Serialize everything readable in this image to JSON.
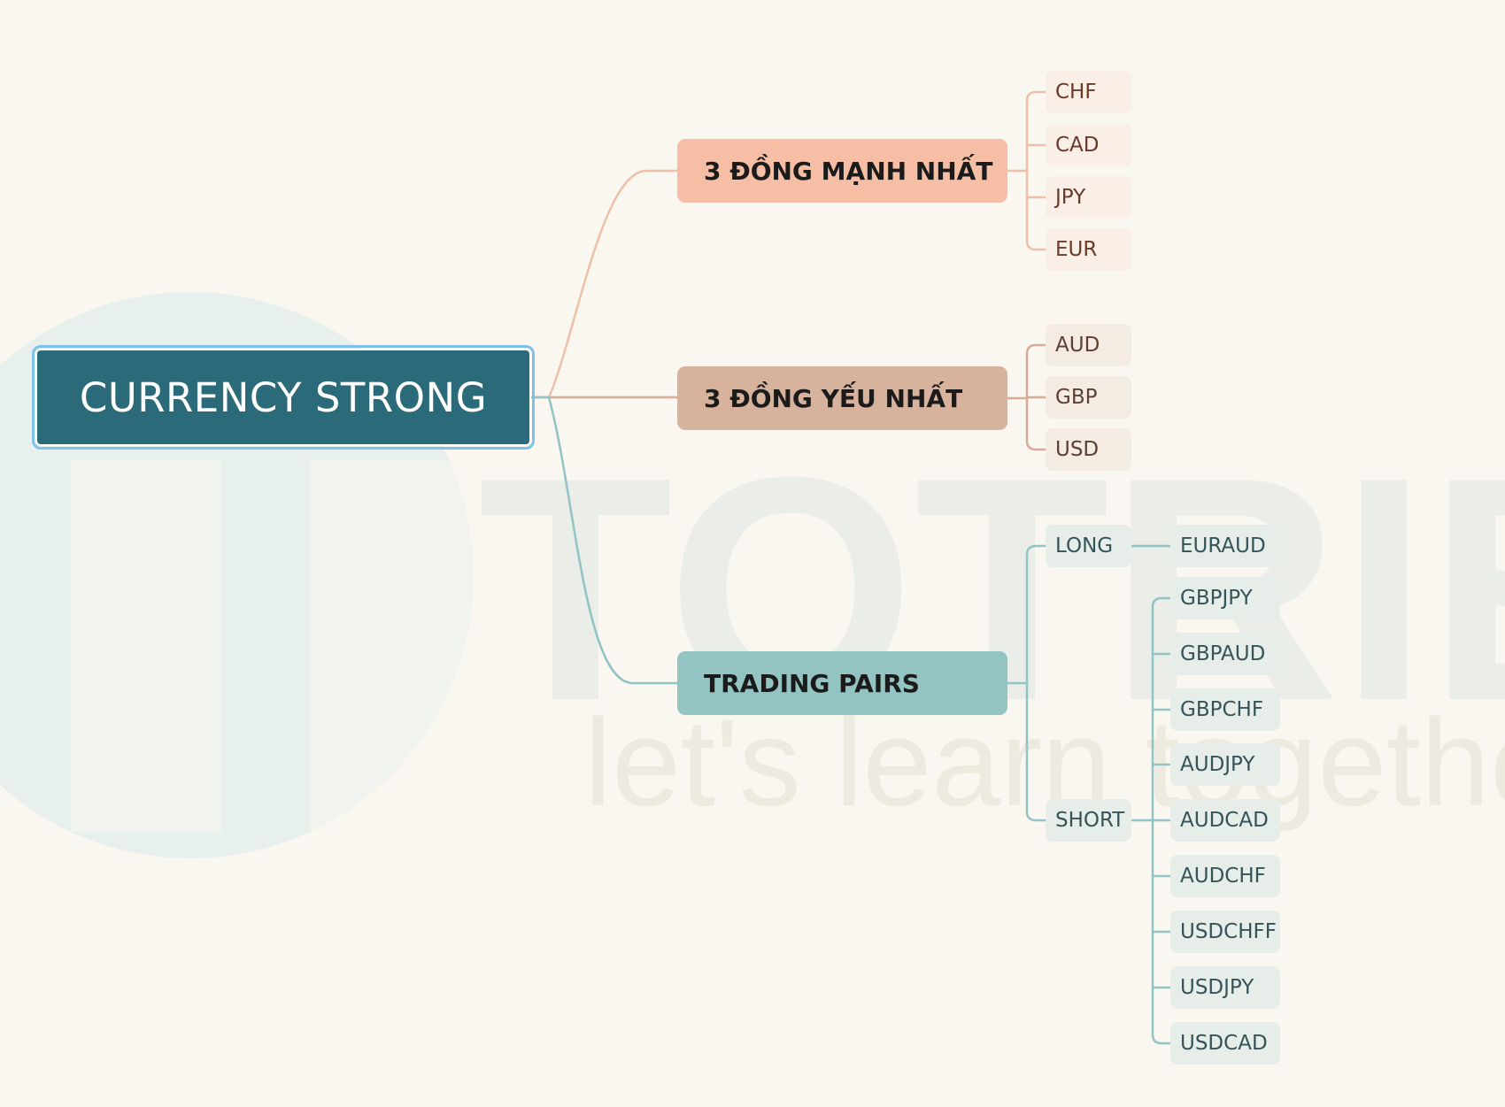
{
  "watermark": {
    "brand": "TOTRIEU",
    "slogan": "let's learn together"
  },
  "colors": {
    "background": "#f9f7ef",
    "root": "#2b6a78",
    "root_outline": "#7fc1ea",
    "strong": "#f6bea5",
    "weak": "#d7b39e",
    "trading": "#93c4c2",
    "strong_line": "#efc0a8",
    "weak_line": "#d7ab98",
    "trading_line": "#92c3c6"
  },
  "root": {
    "label": "CURRENCY STRONG"
  },
  "strongest": {
    "label": "3 ĐỒNG MẠNH NHẤT",
    "items": [
      "CHF",
      "CAD",
      "JPY",
      "EUR"
    ]
  },
  "weakest": {
    "label": "3 ĐỒNG YẾU NHẤT",
    "items": [
      "AUD",
      "GBP",
      "USD"
    ]
  },
  "trading": {
    "label": "TRADING PAIRS",
    "long": {
      "label": "LONG",
      "items": [
        "EURAUD"
      ]
    },
    "short": {
      "label": "SHORT",
      "items": [
        "GBPJPY",
        "GBPAUD",
        "GBPCHF",
        "AUDJPY",
        "AUDCAD",
        "AUDCHF",
        "USDCHFF",
        "USDJPY",
        "USDCAD"
      ]
    }
  }
}
